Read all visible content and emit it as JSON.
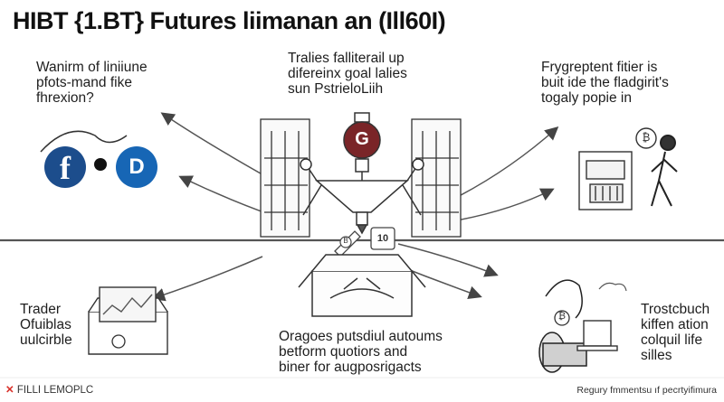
{
  "title": "HIBT {1.BT} Futures liimanan an (Ill60I)",
  "captions": {
    "top_left": "Wanirm of liniiune\npfots-mand fike\nfhrexion?",
    "top_center": "Tralies falliterail up\ndifereinx goal lalies\nsun PstrieloLiih",
    "top_right": "Frygreptent fitier is\nbuit ide the fladgirit's\ntogaly popie in",
    "bottom_left": "Trader\nOfuiblas\nuulcirble",
    "bottom_center": "Oragoes putsdiul autoums\nbetform quotiors and\nbiner for augposrigacts",
    "bottom_right": "Trostcbuch\nkiffen ation\ncolquil life\nsilles"
  },
  "icons": {
    "facebook_letter": "f",
    "coin_letter": "D",
    "center_badge": "G",
    "small_coin": "B",
    "top_box_badge": "10",
    "laptop_coin": "₿"
  },
  "footer": {
    "left_mark": "✕",
    "left_text": "FILLI LEMOPLC",
    "right_text": "Regury fmmentsu ıf pecrtyifimura"
  },
  "colors": {
    "facebook_blue": "#1c4d8c",
    "coin_blue": "#1766b5",
    "badge_red": "#7a2528",
    "footer_mark": "#d9322b"
  }
}
